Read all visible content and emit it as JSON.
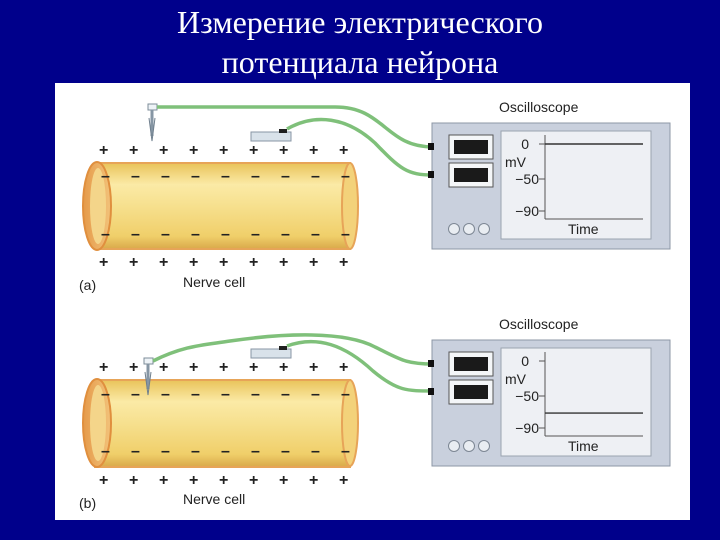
{
  "slide": {
    "title_line1": "Измерение электрического",
    "title_line2": "потенциала нейрона"
  },
  "panels": [
    {
      "label": "(a)",
      "cell_label": "Nerve cell",
      "oscilloscope": {
        "title": "Oscilloscope",
        "unit": "mV",
        "ticks": [
          "0",
          "−50",
          "−90"
        ],
        "x_label": "Time",
        "trace_level_mv": 0
      },
      "outside_charges": [
        "+",
        "+",
        "+",
        "+",
        "+",
        "+",
        "+",
        "+",
        "+"
      ],
      "inside_charges": [
        "–",
        "–",
        "–",
        "–",
        "–",
        "–",
        "–",
        "–",
        "–"
      ],
      "electrode": "outside"
    },
    {
      "label": "(b)",
      "cell_label": "Nerve cell",
      "oscilloscope": {
        "title": "Oscilloscope",
        "unit": "mV",
        "ticks": [
          "0",
          "−50",
          "−90"
        ],
        "x_label": "Time",
        "trace_level_mv": -70
      },
      "outside_charges": [
        "+",
        "+",
        "+",
        "+",
        "+",
        "+",
        "+",
        "+",
        "+"
      ],
      "inside_charges": [
        "–",
        "–",
        "–",
        "–",
        "–",
        "–",
        "–",
        "–",
        "–"
      ],
      "electrode": "inserted"
    }
  ],
  "colors": {
    "background": "#00008b",
    "axon_fill": "#f2dc82",
    "axon_rim": "#e9a24e",
    "wire": "#7fc07a",
    "scope_body": "#c9d0dd",
    "scope_screen": "#eef0f4"
  }
}
